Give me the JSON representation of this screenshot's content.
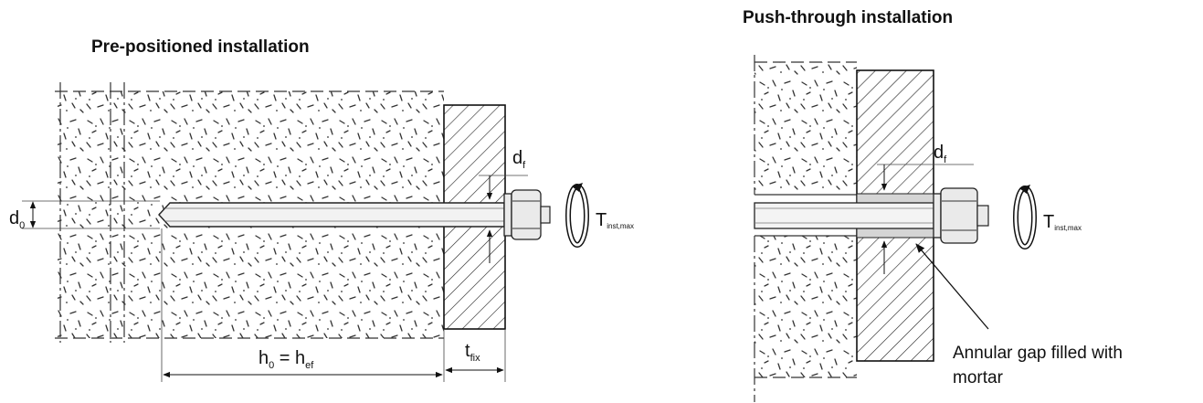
{
  "left": {
    "title": "Pre-positioned installation",
    "d0": "d",
    "d0_sub": "0",
    "df": "d",
    "df_sub": "f",
    "h0": "h",
    "h0_sub": "0",
    "eq": " = ",
    "hef": "h",
    "hef_sub": "ef",
    "tfix": "t",
    "tfix_sub": "fix",
    "torque": "T",
    "torque_sub": "inst,max"
  },
  "right": {
    "title": "Push-through installation",
    "df": "d",
    "df_sub": "f",
    "torque": "T",
    "torque_sub": "inst,max",
    "note_line1": "Annular gap filled with",
    "note_line2": "mortar"
  }
}
